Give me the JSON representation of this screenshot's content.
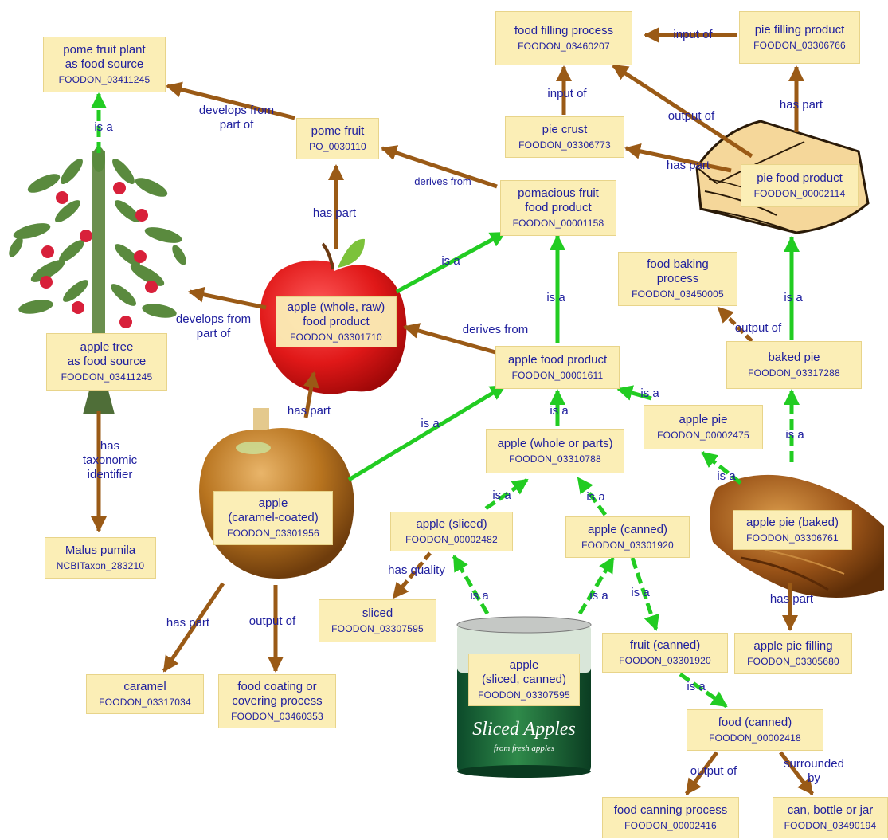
{
  "colors": {
    "isa": "#22cc22",
    "rel": "#9a5a16",
    "node_bg": "#fbeeb6",
    "text": "#1f1f9e"
  },
  "nodes": {
    "pome_fruit_plant": {
      "label": "pome fruit plant\nas food source",
      "id": "FOODON_03411245"
    },
    "apple_tree": {
      "label": "apple tree\nas food source",
      "id": "FOODON_03411245"
    },
    "malus_pumila": {
      "label": "Malus pumila",
      "id": "NCBITaxon_283210"
    },
    "pome_fruit": {
      "label": "pome fruit",
      "id": "PO_0030110"
    },
    "apple_whole_raw": {
      "label": "apple (whole, raw)\nfood product",
      "id": "FOODON_03301710"
    },
    "apple_caramel": {
      "label": "apple\n(caramel-coated)",
      "id": "FOODON_03301956"
    },
    "caramel": {
      "label": "caramel",
      "id": "FOODON_03317034"
    },
    "food_coating": {
      "label": "food coating or\ncovering process",
      "id": "FOODON_03460353"
    },
    "food_filling_process": {
      "label": "food filling process",
      "id": "FOODON_03460207"
    },
    "pie_filling_product": {
      "label": "pie filling product",
      "id": "FOODON_03306766"
    },
    "pie_crust": {
      "label": "pie crust",
      "id": "FOODON_03306773"
    },
    "pie_food_product": {
      "label": "pie food product",
      "id": "FOODON_00002114"
    },
    "pomacious": {
      "label": "pomacious fruit\nfood product",
      "id": "FOODON_00001158"
    },
    "food_baking": {
      "label": "food baking\nprocess",
      "id": "FOODON_03450005"
    },
    "baked_pie": {
      "label": "baked pie",
      "id": "FOODON_03317288"
    },
    "apple_food_product": {
      "label": "apple food product",
      "id": "FOODON_00001611"
    },
    "apple_pie": {
      "label": "apple pie",
      "id": "FOODON_00002475"
    },
    "apple_whole_parts": {
      "label": "apple (whole or parts)",
      "id": "FOODON_03310788"
    },
    "apple_pie_baked": {
      "label": "apple pie (baked)",
      "id": "FOODON_03306761"
    },
    "apple_sliced": {
      "label": "apple (sliced)",
      "id": "FOODON_00002482"
    },
    "apple_canned": {
      "label": "apple (canned)",
      "id": "FOODON_03301920"
    },
    "sliced": {
      "label": "sliced",
      "id": "FOODON_03307595"
    },
    "apple_sliced_canned": {
      "label": "apple\n(sliced, canned)",
      "id": "FOODON_03307595"
    },
    "fruit_canned": {
      "label": "fruit (canned)",
      "id": "FOODON_03301920"
    },
    "apple_pie_filling": {
      "label": "apple pie filling",
      "id": "FOODON_03305680"
    },
    "food_canned": {
      "label": "food (canned)",
      "id": "FOODON_00002418"
    },
    "food_canning": {
      "label": "food canning process",
      "id": "FOODON_00002416"
    },
    "can_bottle_jar": {
      "label": "can, bottle or jar",
      "id": "FOODON_03490194"
    }
  },
  "edge_labels": {
    "is_a": "is a",
    "develops_from_part_of": "develops from\npart of",
    "has_taxonomic_identifier": "has\ntaxonomic\nidentifier",
    "has_part": "has part",
    "derives_from": "derives from",
    "output_of": "output of",
    "input_of": "input of",
    "has_quality": "has quality",
    "surrounded_by": "surrounded by"
  },
  "can_label": {
    "title": "Sliced Apples",
    "subtitle": "from fresh apples"
  }
}
